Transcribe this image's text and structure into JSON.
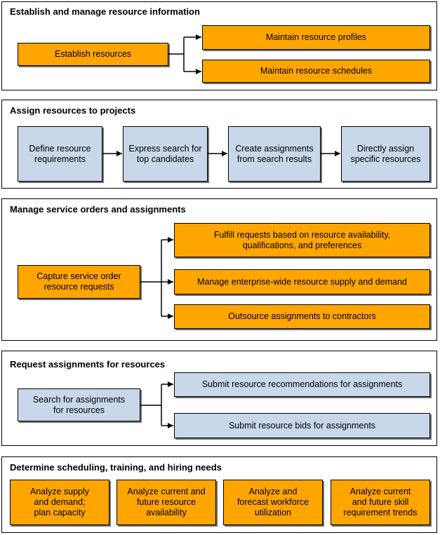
{
  "colors": {
    "orange": "#FFA500",
    "blue": "#C9D7EA",
    "border": "#000000"
  },
  "sections": [
    {
      "title": "Establish and manage resource information",
      "source": "Establish resources",
      "targets": [
        "Maintain resource profiles",
        "Maintain resource schedules"
      ]
    },
    {
      "title": "Assign resources to projects",
      "steps": [
        [
          "Define resource",
          "requirements"
        ],
        [
          "Express search for",
          "top candidates"
        ],
        [
          "Create assignments",
          "from search results"
        ],
        [
          "Directly assign",
          "specific resources"
        ]
      ]
    },
    {
      "title": "Manage service orders and assignments",
      "source": [
        "Capture service order",
        "resource requests"
      ],
      "targets": [
        [
          "Fulfill requests based on resource availability,",
          "qualifications, and preferences"
        ],
        [
          "Manage enterprise-wide resource supply and demand"
        ],
        [
          "Outsource assignments to contractors"
        ]
      ]
    },
    {
      "title": "Request assignments for resources",
      "source": [
        "Search for assignments",
        "for resources"
      ],
      "targets": [
        "Submit resource recommendations for assignments",
        "Submit resource bids for assignments"
      ]
    },
    {
      "title": "Determine scheduling, training, and hiring needs",
      "items": [
        [
          "Analyze supply",
          "and demand;",
          "plan capacity"
        ],
        [
          "Analyze current and",
          "future resource",
          "availability"
        ],
        [
          "Analyze and",
          "forecast workforce",
          "utilization"
        ],
        [
          "Analyze current",
          "and future skill",
          "requirement trends"
        ]
      ]
    }
  ]
}
